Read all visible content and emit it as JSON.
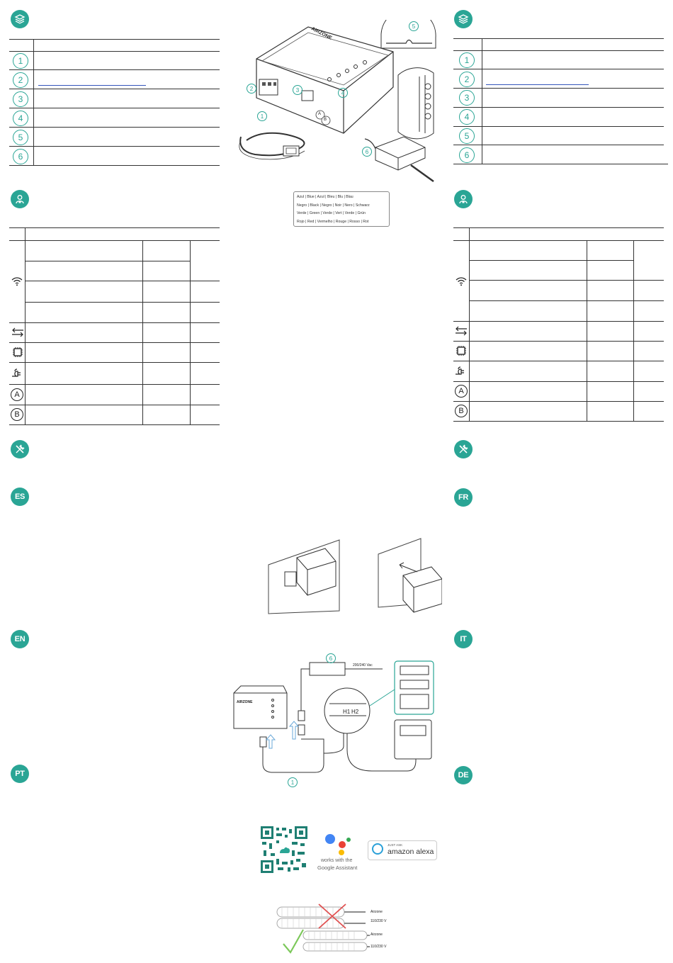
{
  "brand": {
    "accent": "#2aa595",
    "link": "#3355bb"
  },
  "lang_codes": [
    "ES",
    "FR",
    "EN",
    "IT",
    "PT",
    "DE"
  ],
  "component_numbers": [
    "1",
    "2",
    "3",
    "4",
    "5",
    "6"
  ],
  "legend": [
    "Azul | Blue | Azul | Bleu | Blu | Blau",
    "Negro | Black | Negro | Noir | Nero | Schwarz",
    "Verde | Green | Verde | Vert | Verde | Grün",
    "Rojo | Red | Vermelho | Rouge | Rosso | Rot"
  ],
  "device": {
    "brand": "AIRZONE"
  },
  "terminals": {
    "h1": "H1",
    "h2": "H2"
  },
  "power_supply": {
    "voltage": "200/240 Vac"
  },
  "apps": {
    "google_line1": "works with the",
    "google_line2": "Google Assistant",
    "alexa_small": "JUST ASK",
    "alexa_big": "amazon alexa"
  },
  "cables": {
    "label_top": "Airzone",
    "label_bottom": "110/230 V"
  },
  "led_symbols": {
    "a": "A",
    "b": "B"
  },
  "icons": [
    "layers-icon",
    "user-icon",
    "tools-icon",
    "wifi-icon",
    "exchange-icon",
    "chip-icon",
    "power-icon"
  ]
}
